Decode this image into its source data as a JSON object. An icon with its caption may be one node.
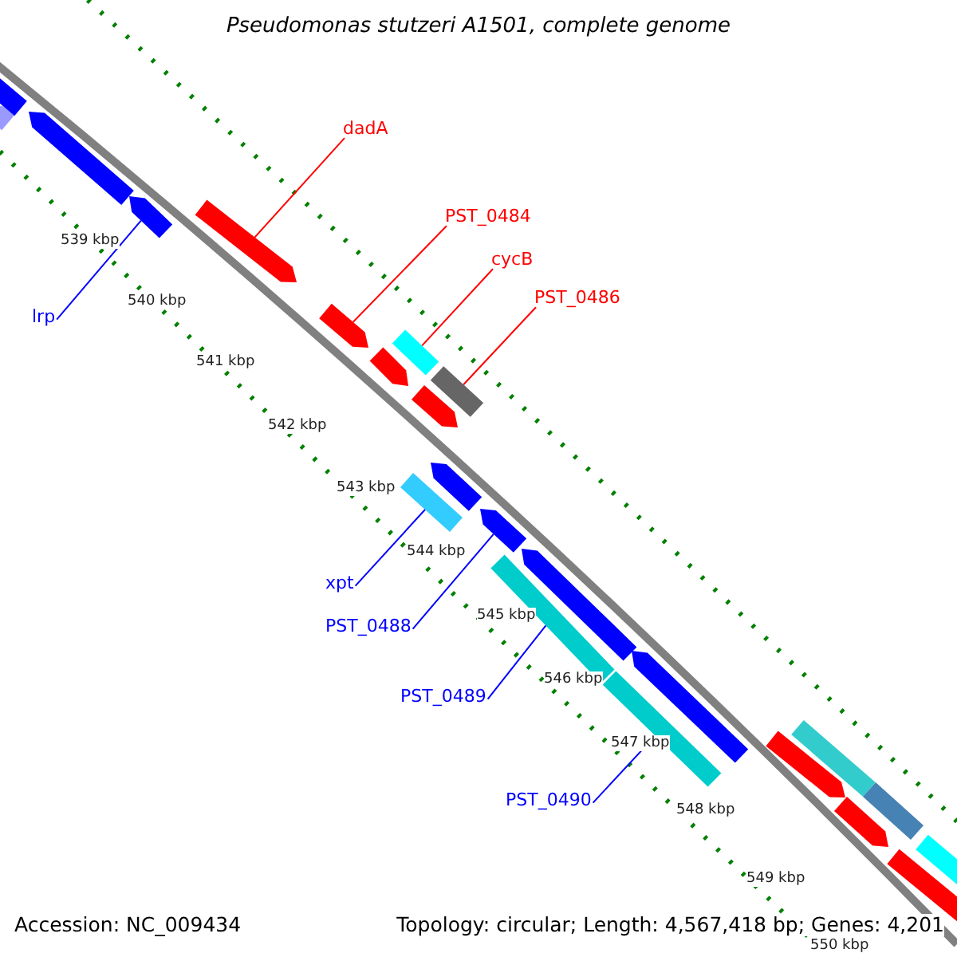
{
  "diagram": {
    "title": "Pseudomonas stutzeri A1501, complete genome",
    "nodes": [
      {
        "text": [
          "dadA"
        ]
      },
      {
        "text": [
          "PST_0484"
        ]
      },
      {
        "text": [
          "cycB"
        ]
      },
      {
        "text": [
          "PST_0486"
        ]
      },
      {
        "text": [
          "lrp"
        ]
      },
      {
        "text": [
          "xpt"
        ]
      },
      {
        "text": [
          "PST_0488"
        ]
      },
      {
        "text": [
          "PST_0489"
        ]
      },
      {
        "text": [
          "PST_0490"
        ]
      },
      {
        "text": [],
        "shape": "arrow"
      },
      {
        "text": [],
        "shape": "arrow"
      },
      {
        "text": [],
        "shape": "arrow"
      },
      {
        "text": [],
        "shape": "arrow"
      },
      {
        "text": [],
        "shape": "arrow"
      },
      {
        "text": [],
        "shape": "arrow"
      },
      {
        "text": [],
        "shape": "arrow"
      },
      {
        "text": [],
        "shape": "box"
      },
      {
        "text": [],
        "shape": "arrow"
      },
      {
        "text": [],
        "shape": "box"
      },
      {
        "text": [],
        "shape": "arrow"
      },
      {
        "text": [],
        "shape": "box"
      },
      {
        "text": [],
        "shape": "arrow"
      },
      {
        "text": [],
        "shape": "box"
      },
      {
        "text": [],
        "shape": "arrow"
      },
      {
        "text": [],
        "shape": "box"
      },
      {
        "text": [],
        "shape": "arrow"
      },
      {
        "text": [],
        "shape": "arrow"
      },
      {
        "text": [],
        "shape": "box"
      },
      {
        "text": [],
        "shape": "arrow"
      },
      {
        "text": [],
        "shape": "box"
      },
      {
        "text": [],
        "shape": "arrow"
      },
      {
        "text": [],
        "shape": "box"
      }
    ],
    "edges": [
      {
        "from": 0,
        "to": 13,
        "arrow": "none",
        "color": "#ff0000"
      },
      {
        "from": 1,
        "to": 14,
        "arrow": "none",
        "color": "#ff0000"
      },
      {
        "from": 2,
        "to": 16,
        "arrow": "none",
        "color": "#ff0000"
      },
      {
        "from": 3,
        "to": 18,
        "arrow": "none",
        "color": "#ff0000"
      },
      {
        "from": 4,
        "to": 12,
        "arrow": "none"
      },
      {
        "from": 5,
        "to": 20,
        "arrow": "none"
      },
      {
        "from": 6,
        "to": 21,
        "arrow": "none"
      },
      {
        "from": 7,
        "to": 22,
        "arrow": "none"
      },
      {
        "from": 8,
        "to": 24,
        "arrow": "none"
      }
    ],
    "labels": [
      "539 kbp",
      "540 kbp",
      "541 kbp",
      "542 kbp",
      "543 kbp",
      "544 kbp",
      "545 kbp",
      "546 kbp",
      "547 kbp",
      "548 kbp",
      "549 kbp",
      "550 kbp",
      "Accession: NC_009434",
      "Topology: circular; Length: 4,567,418 bp; Genes: 4,201"
    ]
  }
}
